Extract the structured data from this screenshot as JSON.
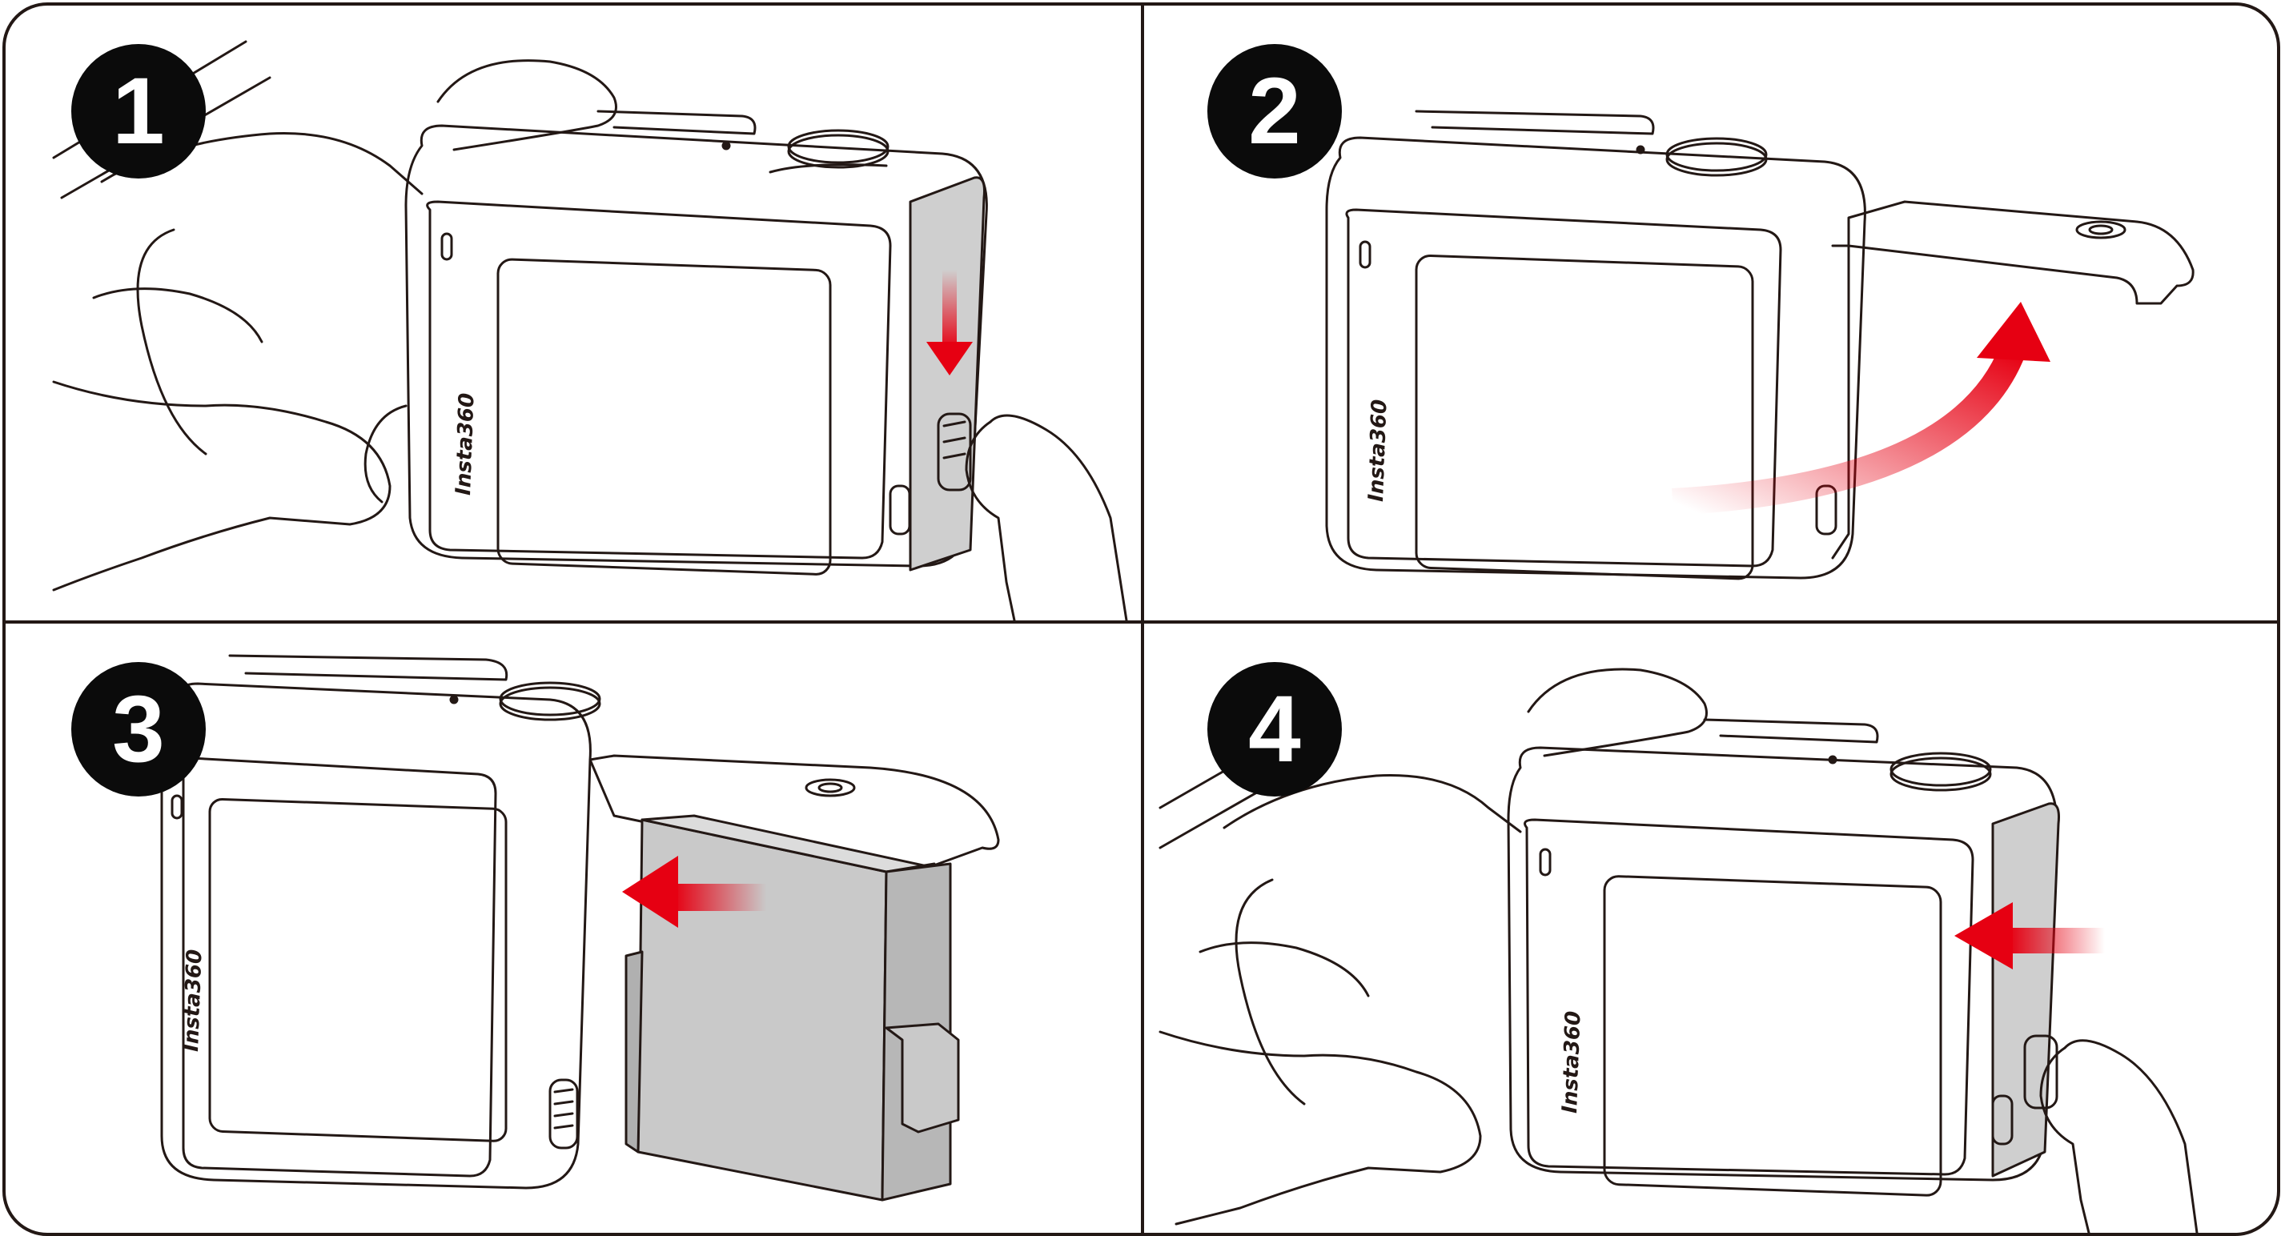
{
  "steps": [
    {
      "number": "1",
      "brand": "Insta360",
      "action": "slide-latch-down"
    },
    {
      "number": "2",
      "brand": "Insta360",
      "action": "lift-door-open"
    },
    {
      "number": "3",
      "brand": "Insta360",
      "action": "insert-battery"
    },
    {
      "number": "4",
      "brand": "Insta360",
      "action": "close-door-and-lock"
    }
  ],
  "colors": {
    "outline": "#231815",
    "arrow": "#e60012",
    "battery": "#c9c9c9",
    "side-panel": "#cfcfcf",
    "badge": "#0b0b0b"
  }
}
